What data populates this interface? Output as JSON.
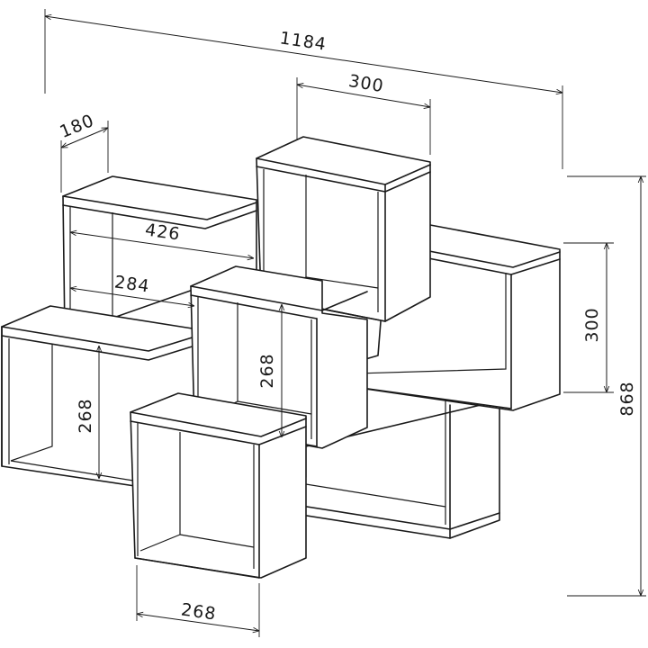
{
  "dimensions": {
    "overall_width": "1184",
    "top_box_width": "300",
    "depth": "180",
    "upper_shelf_width": "426",
    "inner_shelf_width": "284",
    "right_box_height": "300",
    "overall_height": "868",
    "center_box_height": "268",
    "left_box_height": "268",
    "bottom_box_width": "268"
  }
}
